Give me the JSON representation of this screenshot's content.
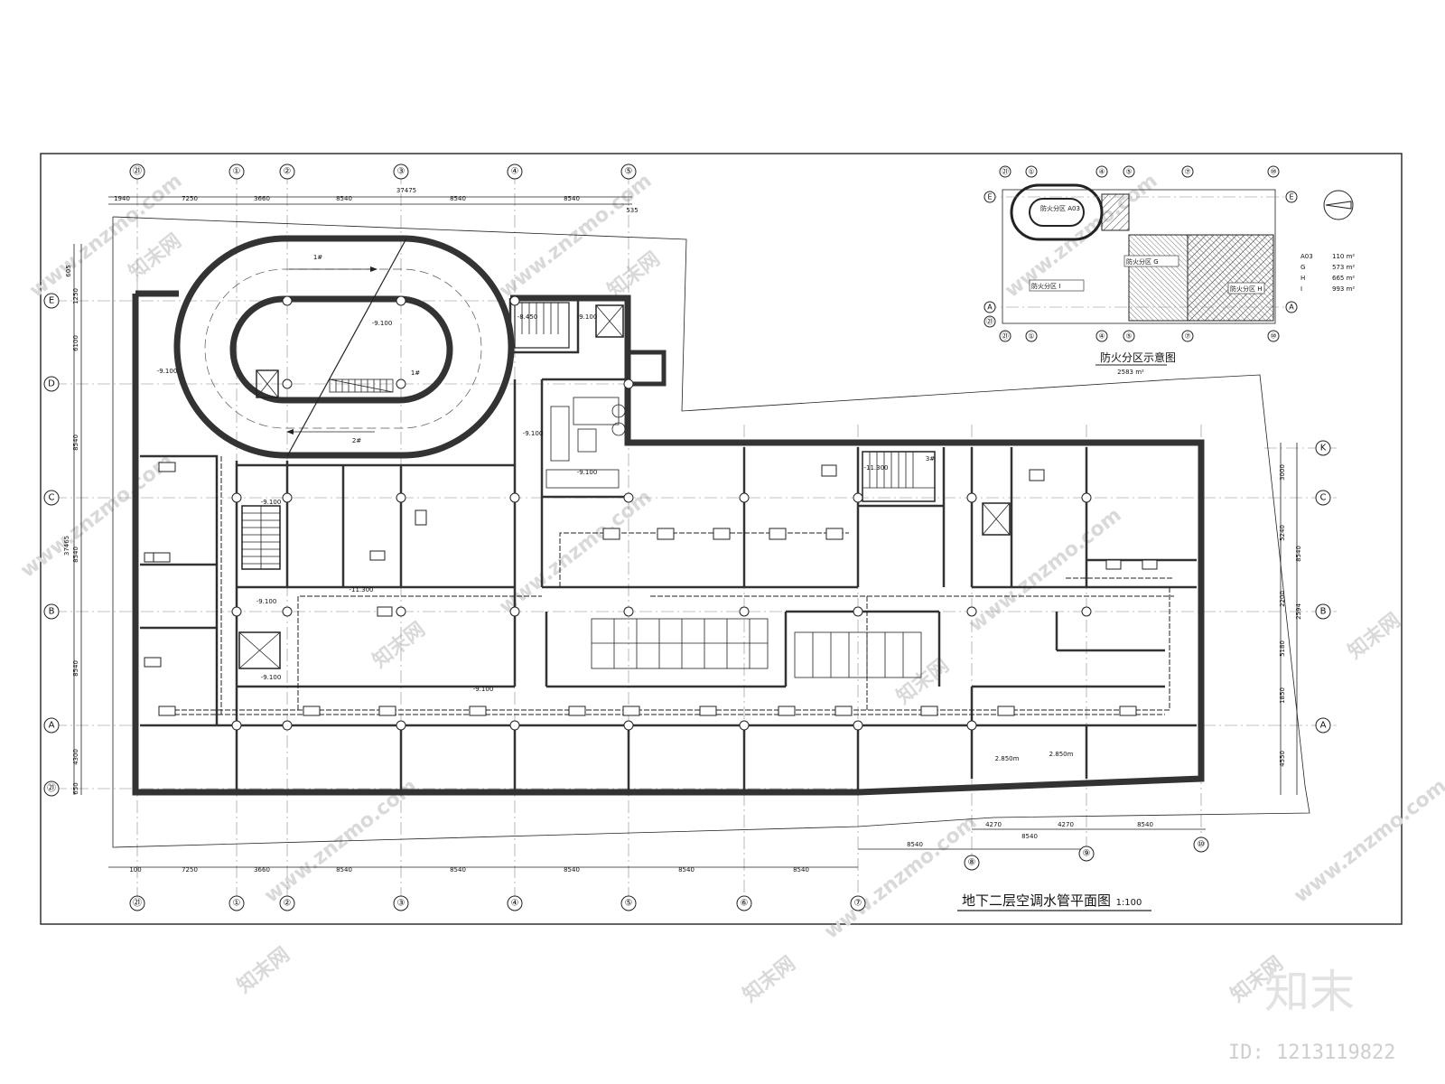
{
  "drawing": {
    "title": "地下二层空调水管平面图",
    "scale": "1:100"
  },
  "axes": {
    "top": [
      {
        "id": "top-ax-hi",
        "label": "㉑"
      },
      {
        "id": "top-ax-1",
        "label": "①"
      },
      {
        "id": "top-ax-2",
        "label": "②"
      },
      {
        "id": "top-ax-3",
        "label": "③"
      },
      {
        "id": "top-ax-4",
        "label": "④"
      },
      {
        "id": "top-ax-5",
        "label": "⑤"
      }
    ],
    "bottom": [
      {
        "id": "bot-ax-hi",
        "label": "㉑"
      },
      {
        "id": "bot-ax-1",
        "label": "①"
      },
      {
        "id": "bot-ax-2",
        "label": "②"
      },
      {
        "id": "bot-ax-3",
        "label": "③"
      },
      {
        "id": "bot-ax-4",
        "label": "④"
      },
      {
        "id": "bot-ax-5",
        "label": "⑤"
      },
      {
        "id": "bot-ax-6",
        "label": "⑥"
      },
      {
        "id": "bot-ax-7",
        "label": "⑦"
      },
      {
        "id": "bot-ax-8",
        "label": "⑧"
      },
      {
        "id": "bot-ax-9",
        "label": "⑨"
      },
      {
        "id": "bot-ax-10",
        "label": "⑩"
      }
    ],
    "left": [
      {
        "id": "left-ax-E",
        "label": "E"
      },
      {
        "id": "left-ax-D",
        "label": "D"
      },
      {
        "id": "left-ax-C",
        "label": "C"
      },
      {
        "id": "left-ax-B",
        "label": "B"
      },
      {
        "id": "left-ax-A",
        "label": "A"
      },
      {
        "id": "left-ax-An",
        "label": "㉑"
      }
    ],
    "right": [
      {
        "id": "right-ax-K",
        "label": "K"
      },
      {
        "id": "right-ax-C",
        "label": "C"
      },
      {
        "id": "right-ax-B",
        "label": "B"
      },
      {
        "id": "right-ax-A",
        "label": "A"
      }
    ]
  },
  "dimensions": {
    "top_overall": "37475",
    "top": [
      "1940",
      "7250",
      "3660",
      "8540",
      "8540",
      "8540",
      "535"
    ],
    "bottom": [
      "100",
      "7250",
      "3660",
      "8540",
      "8540",
      "8540",
      "8540",
      "8540"
    ],
    "bottom_right": [
      "4270",
      "8540",
      "4270",
      "8540",
      "8540"
    ],
    "left": [
      "605",
      "1250",
      "6100",
      "8540",
      "8540",
      "8540",
      "4300",
      "650"
    ],
    "left_overall": "37465",
    "right": [
      "3000",
      "5240",
      "2200",
      "5180",
      "1850",
      "4550",
      "8540",
      "2594"
    ]
  },
  "annotations": {
    "ramp_1": "1#",
    "ramp_2": "2#",
    "ramp_1b": "1#",
    "stair_3": "3#",
    "level_a": "-9.100",
    "level_b": "-9.100",
    "level_c": "-8.450",
    "level_d": "-9.100",
    "level_e": "-9.100",
    "level_f": "-9.100",
    "level_g": "-9.100",
    "level_h": "-11.300",
    "level_i": "-11.300",
    "level_j": "-9.100",
    "level_k": "-9.100",
    "level_l": "-9.100",
    "elev_1": "2.850m",
    "elev_2": "2.850m"
  },
  "key_plan": {
    "title": "防火分区示意图",
    "total_area": "2583 m²",
    "zone_labels": [
      "防火分区 A03",
      "防火分区 G",
      "防火分区 I",
      "防火分区 H"
    ],
    "legend": [
      {
        "code": "A03",
        "area": "110 m²"
      },
      {
        "code": "G",
        "area": "573 m²"
      },
      {
        "code": "H",
        "area": "665 m²"
      },
      {
        "code": "I",
        "area": "993 m²"
      }
    ],
    "axes_top": [
      "㉑",
      "①",
      "④",
      "⑤",
      "⑦",
      "⑩"
    ],
    "axes_bottom": [
      "㉑",
      "①",
      "④",
      "⑤",
      "⑦",
      "⑩"
    ],
    "axes_side": [
      "E",
      "A",
      "㉑"
    ]
  },
  "watermarks": {
    "site": "www.znzmo.com",
    "brand": "知末网",
    "logo": "知末",
    "id_text": "ID: 1213119822"
  },
  "colors": {
    "ink": "#222222",
    "wall": "#333333",
    "watermark": "#d9d9d9",
    "background": "#ffffff"
  }
}
